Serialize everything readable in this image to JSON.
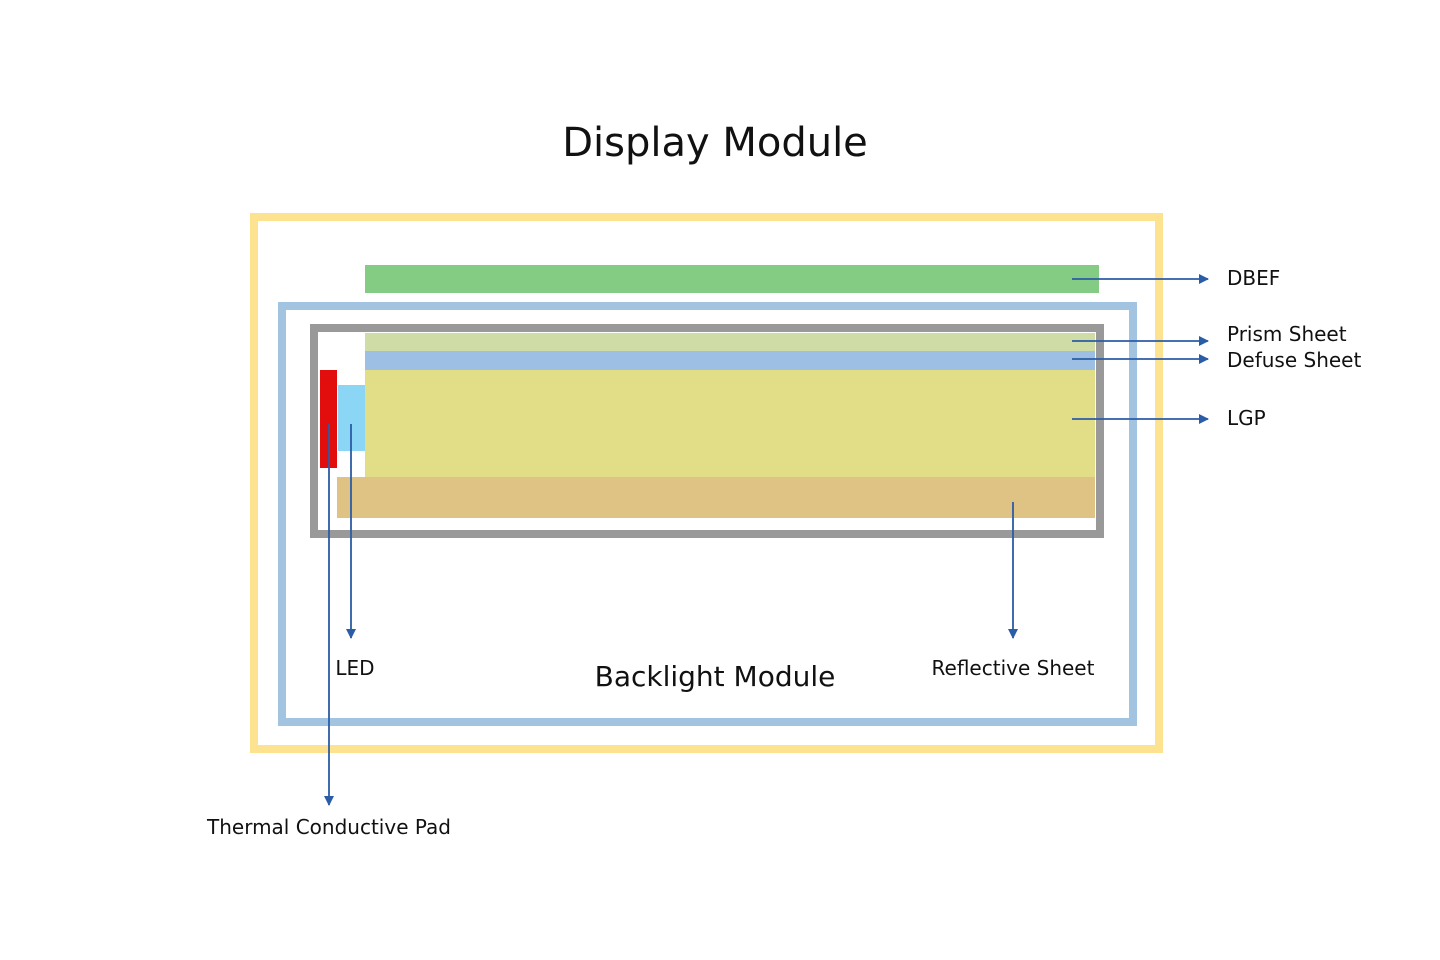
{
  "title": "Display Module",
  "backlight_title": "Backlight Module",
  "colors": {
    "display_frame": "#FDE38F",
    "backlight_frame": "#A3C4E0",
    "inner_frame": "#999999",
    "dbef": "#84CC84",
    "prism": "#CFDCA6",
    "defuse": "#9DBFE3",
    "lgp": "#E2DE88",
    "reflective": "#DFC384",
    "thermal_pad": "#E20E0E",
    "led": "#8CD6F5",
    "arrow": "#2B5CA6"
  },
  "labels": {
    "dbef": "DBEF",
    "prism": "Prism Sheet",
    "defuse": "Defuse Sheet",
    "lgp": "LGP",
    "led": "LED",
    "reflective": "Reflective Sheet",
    "thermal_pad": "Thermal Conductive Pad"
  }
}
